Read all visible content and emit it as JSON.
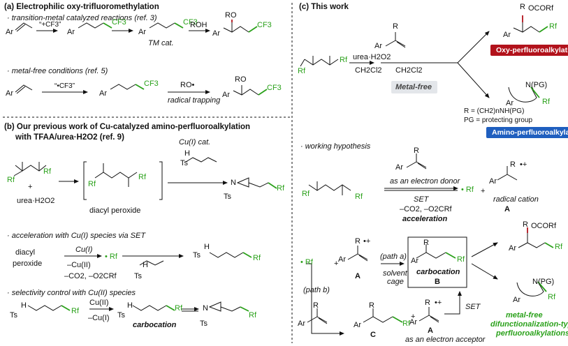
{
  "panel_a": {
    "title": "(a) Electrophilic oxy-trifluoromethylation",
    "sub1": "· transition-metal catalyzed reactions (ref. 3)",
    "ar": "Ar",
    "cf3_reagent": "“+CF3”",
    "cf3": "CF3",
    "roh": "ROH",
    "tm_cat": "TM cat.",
    "ro": "RO",
    "sub2": "· metal-free conditions (ref. 5)",
    "cf3_radical": "“•CF3”",
    "ro_radical": "RO•",
    "radical_trapping": "radical trapping"
  },
  "panel_b": {
    "title1": "(b) Our previous work of Cu-catalyzed amino-perfluoroalkylation",
    "title2": "with TFAA/urea·H2O2 (ref. 9)",
    "rf": "Rf",
    "plus": "+",
    "urea": "urea·H2O2",
    "cu1_cat": "Cu(I) cat.",
    "ts": "Ts",
    "h": "H",
    "n": "N",
    "diacyl_peroxide": "diacyl peroxide",
    "sub_accel": "· acceleration with Cu(I) species via SET",
    "diacyl": "diacyl",
    "peroxide": "peroxide",
    "cu1": "Cu(I)",
    "minus_cu2": "–Cu(II)",
    "minus_co2": "–CO2, –O2CRf",
    "rf_radical": "• Rf",
    "sub_select": "· selectivity control with Cu(II) species",
    "cu2": "Cu(II)",
    "minus_cu1": "–Cu(I)",
    "carbocation": "carbocation"
  },
  "panel_c": {
    "title": "(c) This work",
    "urea_h2o2": "urea·H2O2",
    "ch2cl2": "CH2Cl2",
    "metal_free": "Metal-free",
    "r": "R",
    "ocorf": "OCORf",
    "oxy_badge": "Oxy-perfluoroalkylation",
    "n_pg": "N(PG)",
    "r_def": "R = (CH2)nNH(PG)",
    "pg_def": "PG = protecting group",
    "amino_badge": "Amino-perfluoroalkylation",
    "working_hypothesis": "· working hypothesis",
    "electron_donor": "as an electron donor",
    "set": "SET",
    "minus_co2": "–CO2, –O2CRf",
    "acceleration": "acceleration",
    "radical_cation": "radical cation",
    "A": "A",
    "B": "B",
    "C": "C",
    "path_a": "(path a)",
    "path_b": "(path b)",
    "solvent": "solvent",
    "cage": "cage",
    "electron_acceptor": "as an electron acceptor",
    "green1": "metal-free",
    "green2": "difunctionalization-type",
    "green3": "perfluoroalkylations",
    "radical_plus": "•+"
  },
  "colors": {
    "red": "#b2121b",
    "blue": "#1f5fbf",
    "green": "#2aa11a",
    "grey": "#e3e6ea"
  }
}
